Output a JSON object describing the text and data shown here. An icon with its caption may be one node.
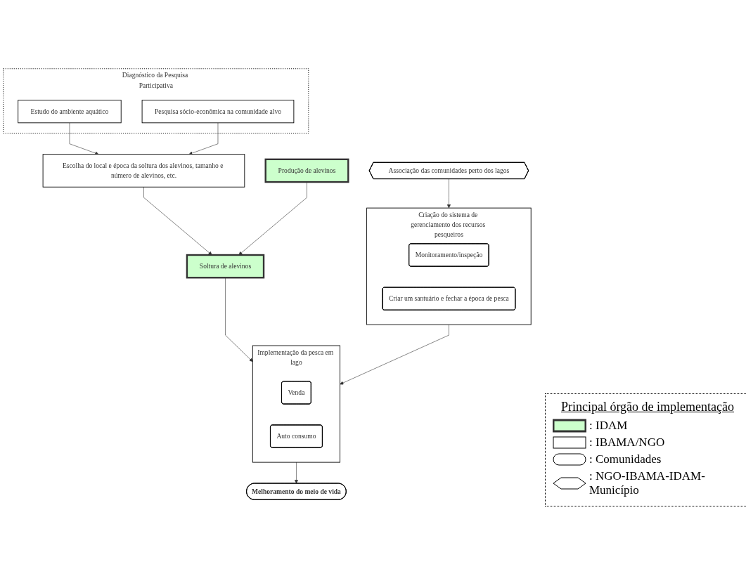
{
  "diagram": {
    "nodes": [
      {
        "text": [
          "Diagnóstico da Pesquisa Participativa"
        ]
      },
      {
        "text": [
          "Estudo do ambiente aquático"
        ],
        "in": 0
      },
      {
        "text": [
          "Pesquisa sócio-econômica na comunidade alvo"
        ],
        "in": 0
      },
      {
        "text": [
          "Escolha do local e época da soltura dos alevinos, tamanho e número de alevinos, etc."
        ]
      },
      {
        "text": [
          "Associação das comunidades perto dos lagos"
        ]
      },
      {
        "text": [
          "Produção de alevinos"
        ]
      },
      {
        "text": [
          "Soltura de alevinos"
        ]
      },
      {
        "text": [
          "Criação do sistema de gerenciamento dos recursos pesqueiros"
        ]
      },
      {
        "text": [
          "Monitoramento/inspeção"
        ],
        "in": 7
      },
      {
        "text": [
          "Criar um santuário e fechar a época de pesca"
        ],
        "in": 7
      },
      {
        "text": [
          "Implementação da pesca em lago"
        ]
      },
      {
        "text": [
          "Venda"
        ],
        "in": 10
      },
      {
        "text": [
          "Auto consumo"
        ],
        "in": 10
      },
      {
        "text": [
          "Melhoramento do meio de vida"
        ]
      }
    ],
    "edges": [
      {
        "from": 1,
        "to": 3,
        "arrow": "to"
      },
      {
        "from": 2,
        "to": 3,
        "arrow": "to"
      },
      {
        "from": 3,
        "to": 6,
        "arrow": "to"
      },
      {
        "from": 4,
        "to": 7,
        "arrow": "to"
      },
      {
        "from": 5,
        "to": 6,
        "arrow": "to"
      },
      {
        "from": 6,
        "to": 10,
        "arrow": "to"
      },
      {
        "from": 7,
        "to": 10,
        "arrow": "to"
      },
      {
        "from": 10,
        "to": 13,
        "arrow": "to"
      }
    ],
    "labels": [
      "Principal órgão de implementação"
    ],
    "legend": [
      {
        "text": ": IDAM"
      },
      {
        "text": ": IBAMA/NGO"
      },
      {
        "text": ": Comunidades"
      },
      {
        "text": ": NGO-IBAMA-IDAM-Município"
      }
    ]
  }
}
